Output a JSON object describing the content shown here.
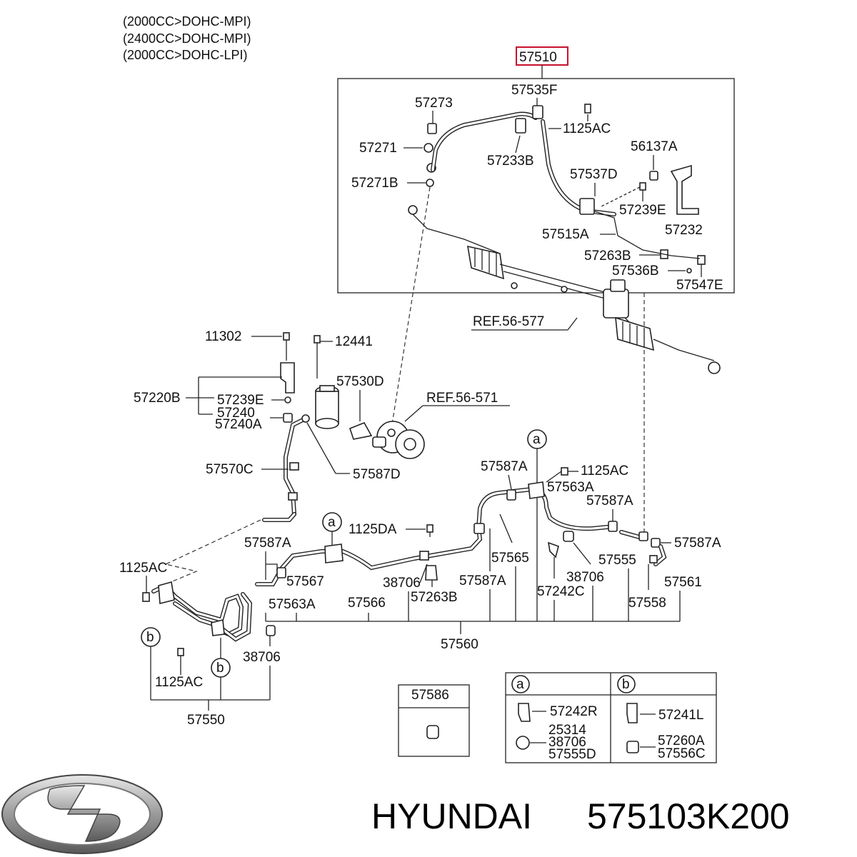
{
  "header": {
    "engine_lines": [
      "(2000CC>DOHC-MPI)",
      "(2400CC>DOHC-MPI)",
      "(2000CC>DOHC-LPI)"
    ]
  },
  "highlight_color": "#c8102e",
  "labels": {
    "p57510": "57510",
    "p57535F": "57535F",
    "p57273": "57273",
    "p1125AC_top": "1125AC",
    "p57271": "57271",
    "p57233B": "57233B",
    "p56137A": "56137A",
    "p57271B": "57271B",
    "p57537D": "57537D",
    "p57239E_top": "57239E",
    "p57232": "57232",
    "p57515A": "57515A",
    "p57263B_top": "57263B",
    "p57536B": "57536B",
    "p57547E": "57547E",
    "pREF577": "REF.56-577",
    "p11302": "11302",
    "p12441": "12441",
    "p57530D": "57530D",
    "p57220B": "57220B",
    "p57239E": "57239E",
    "p57240": "57240",
    "p57240A": "57240A",
    "pREF571": "REF.56-571",
    "p57570C": "57570C",
    "p57587D": "57587D",
    "p57587A_1": "57587A",
    "p1125AC_mid": "1125AC",
    "p57563A_r": "57563A",
    "p57587A_2": "57587A",
    "p1125DA": "1125DA",
    "p57587A_3": "57587A",
    "p57587A_4": "57587A",
    "p1125AC_left": "1125AC",
    "p57567": "57567",
    "p38706_a": "38706",
    "p57565": "57565",
    "p38706_b": "38706",
    "p57555": "57555",
    "p57561": "57561",
    "p57587A_5": "57587A",
    "p57263B": "57263B",
    "p57242C": "57242C",
    "p57563A": "57563A",
    "p57566": "57566",
    "p57558": "57558",
    "p57560": "57560",
    "p38706_c": "38706",
    "p1125AC_bot": "1125AC",
    "p57550": "57550"
  },
  "callouts": {
    "a": "a",
    "b": "b"
  },
  "legend_box": {
    "title": "57586"
  },
  "table_a": {
    "key": "a",
    "items": [
      "57242R",
      "25314",
      "38706",
      "57555D"
    ]
  },
  "table_b": {
    "key": "b",
    "items": [
      "57241L",
      "57260A",
      "57556C"
    ]
  },
  "footer": {
    "brand": "HYUNDAI",
    "part_number": "575103K200"
  }
}
